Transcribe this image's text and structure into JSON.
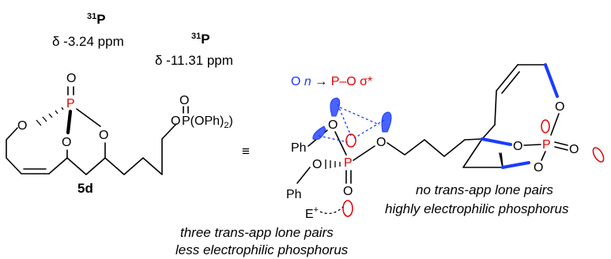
{
  "nmr": {
    "left": {
      "nucleus_mass": "31",
      "nucleus_symbol": "P",
      "shift": "δ -3.24 ppm"
    },
    "right": {
      "nucleus_mass": "31",
      "nucleus_symbol": "P",
      "shift": "δ -11.31 ppm"
    }
  },
  "compound": {
    "label": "5d",
    "phosphate_group": "P(OPh)",
    "phosphate_subscript": "2"
  },
  "atoms": {
    "P": "P",
    "O": "O",
    "Ph": "Ph",
    "E": "E",
    "E_charge": "+"
  },
  "equivalence_symbol": "≡",
  "orbital_annotation": {
    "donor_atom": "O",
    "donor_label": "n",
    "arrow": "→",
    "acceptor": "P–O σ*"
  },
  "captions": {
    "left_line1": "three trans-app lone pairs",
    "left_line2": "less electrophilic phosphorus",
    "right_line1": "no trans-app lone pairs",
    "right_line2": "highly electrophilic phosphorus"
  },
  "colors": {
    "phosphorus": "#e60000",
    "annotation": "#1a3cff",
    "bonds": "#000000"
  }
}
